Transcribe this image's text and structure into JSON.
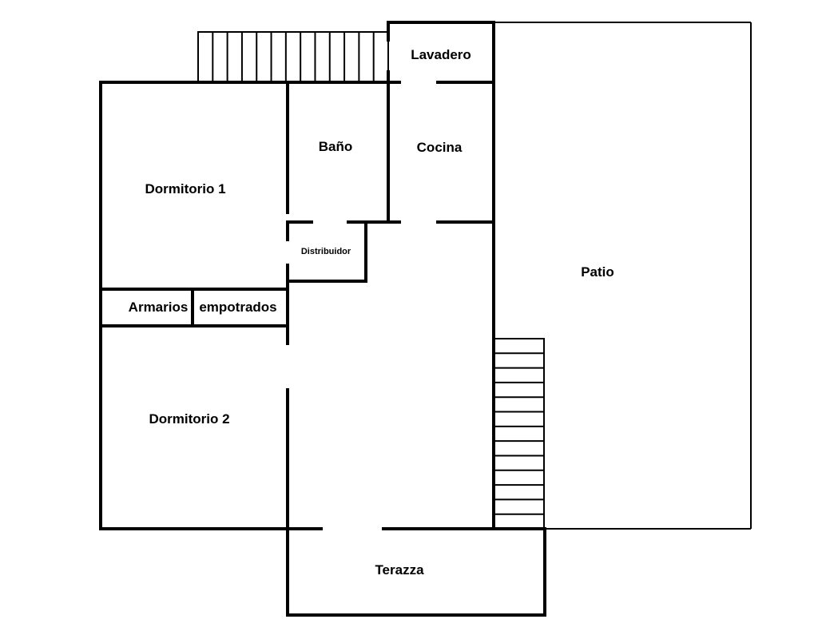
{
  "plan": {
    "rooms": {
      "lavadero": "Lavadero",
      "bano": "Baño",
      "cocina": "Cocina",
      "dormitorio1": "Dormitorio 1",
      "distribuidor": "Distribuidor",
      "patio": "Patio",
      "armarios": "Armarios",
      "empotrados": "empotrados",
      "dormitorio2": "Dormitorio 2",
      "terazza": "Terazza"
    },
    "stairs": {
      "top_step_count": 13,
      "right_step_count": 13
    },
    "colors": {
      "line": "#000000",
      "background": "#ffffff"
    }
  }
}
